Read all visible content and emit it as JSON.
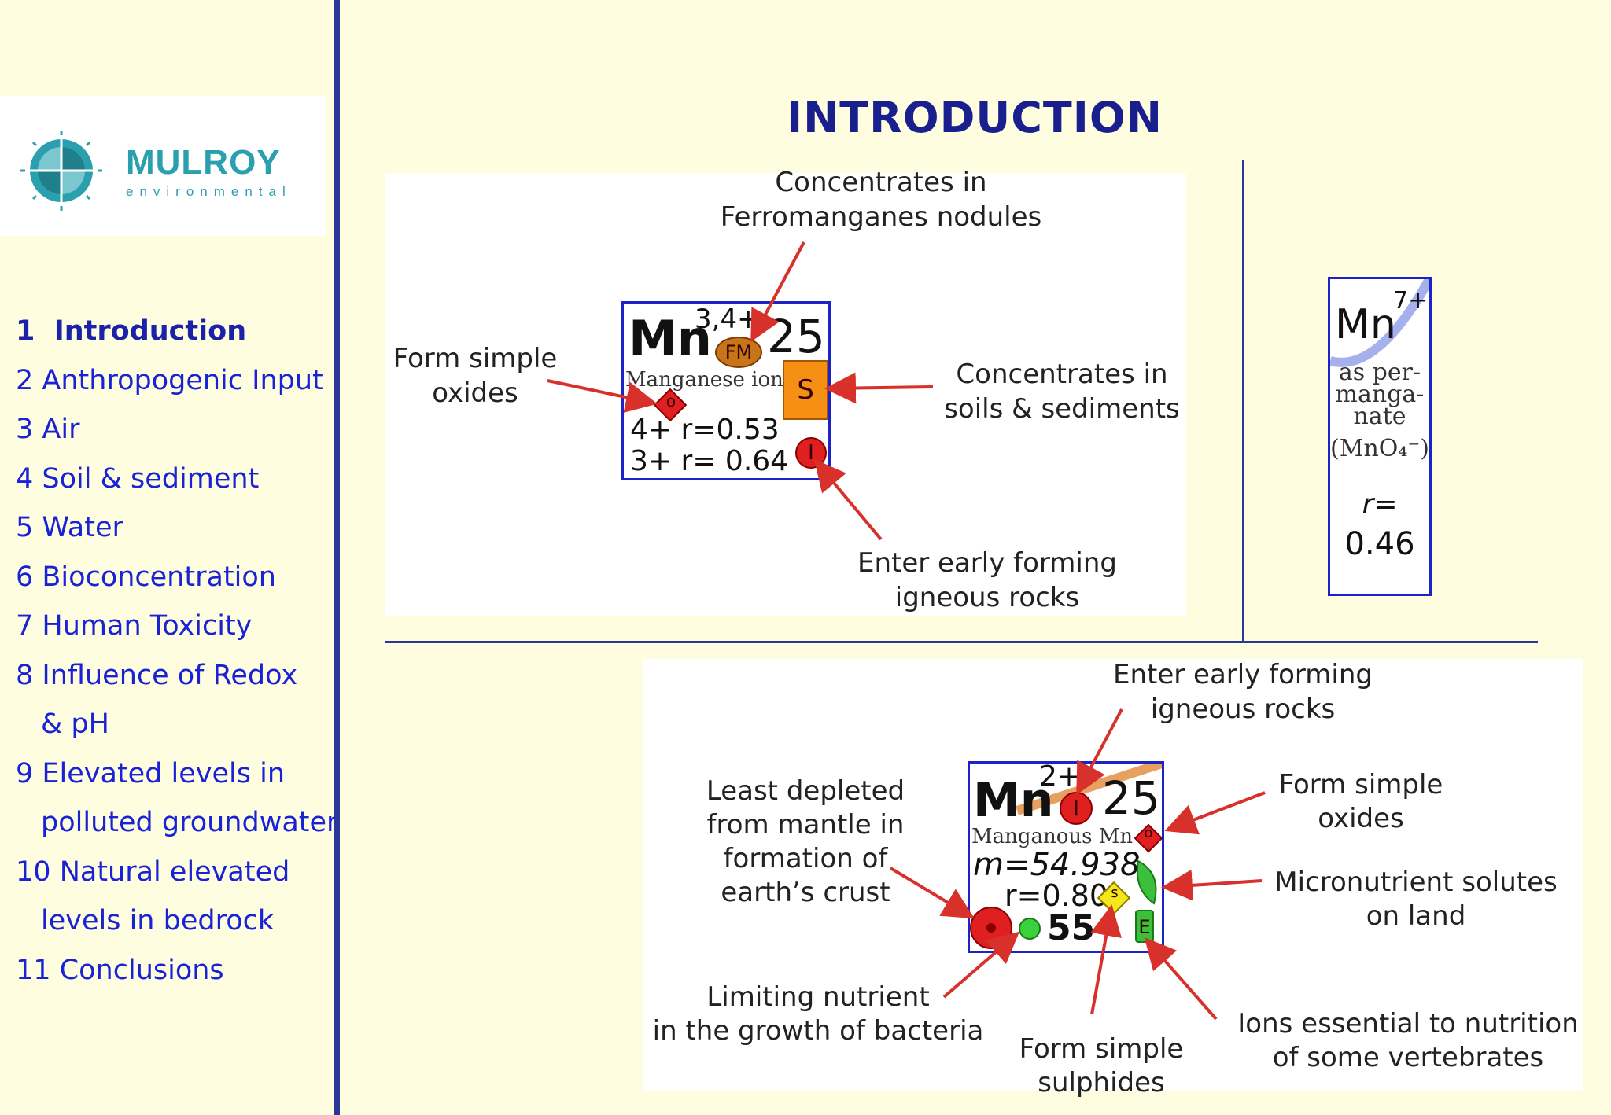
{
  "logo": {
    "name": "MULROY",
    "tagline": "environmental"
  },
  "nav": [
    {
      "num": "1",
      "label": "Introduction",
      "active": true
    },
    {
      "num": "2",
      "label": "Anthropogenic Input"
    },
    {
      "num": "3",
      "label": "Air"
    },
    {
      "num": "4",
      "label": "Soil & sediment"
    },
    {
      "num": "5",
      "label": "Water"
    },
    {
      "num": "6",
      "label": "Bioconcentration"
    },
    {
      "num": "7",
      "label": "Human Toxicity"
    },
    {
      "num": "8",
      "label": "Influence of Redox",
      "cont": "& pH"
    },
    {
      "num": "9",
      "label": "Elevated levels in",
      "cont": "polluted groundwater"
    },
    {
      "num": "10",
      "label": "Natural elevated",
      "cont": "levels in bedrock"
    },
    {
      "num": "11",
      "label": "Conclusions"
    }
  ],
  "title": "INTRODUCTION",
  "panel1": {
    "top_label_1": "Concentrates in",
    "top_label_2": "Ferromanganes nodules",
    "left_label_1": "Form simple",
    "left_label_2": "oxides",
    "right_label_1": "Concentrates in",
    "right_label_2": "soils & sediments",
    "bottom_label_1": "Enter early forming",
    "bottom_label_2": "igneous rocks",
    "tile": {
      "symbol": "Mn",
      "charge": "3,4+",
      "number": "25",
      "name": "Manganese ion",
      "badge_fm": "FM",
      "badge_s": "S",
      "badge_o": "o",
      "badge_i": "I",
      "line1": "4+ r=0.53",
      "line2": "3+ r= 0.64"
    }
  },
  "mn7": {
    "symbol": "Mn",
    "charge": "7+",
    "desc_1": "as per-",
    "desc_2": "manga-",
    "desc_3": "nate",
    "formula": "(MnO₄⁻)",
    "r_label": "r=",
    "r_value": "0.46"
  },
  "panel2": {
    "top_label_1": "Enter early forming",
    "top_label_2": "igneous rocks",
    "left_label_1": "Least depleted",
    "left_label_2": "from mantle in",
    "left_label_3": "formation of",
    "left_label_4": "earth’s crust",
    "right_top_1": "Form simple",
    "right_top_2": "oxides",
    "right_mid_1": "Micronutrient solutes",
    "right_mid_2": "on land",
    "bottom_left_1": "Limiting nutrient",
    "bottom_left_2": "in the growth of bacteria",
    "bottom_mid_1": "Form simple",
    "bottom_mid_2": "sulphides",
    "bottom_right_1": "Ions essential to nutrition",
    "bottom_right_2": "of some vertebrates",
    "tile": {
      "symbol": "Mn",
      "charge": "2+",
      "number": "25",
      "name": "Manganous Mn",
      "mass": "m=54.938",
      "radius": "r=0.80",
      "abundance": "55",
      "badge_i": "I",
      "badge_o": "o",
      "badge_s": "s",
      "badge_e": "E"
    }
  },
  "colors": {
    "accent": "#2b3699",
    "arrow": "#d8302a",
    "title": "#1a1f8e",
    "nav": "#1a22d6"
  }
}
